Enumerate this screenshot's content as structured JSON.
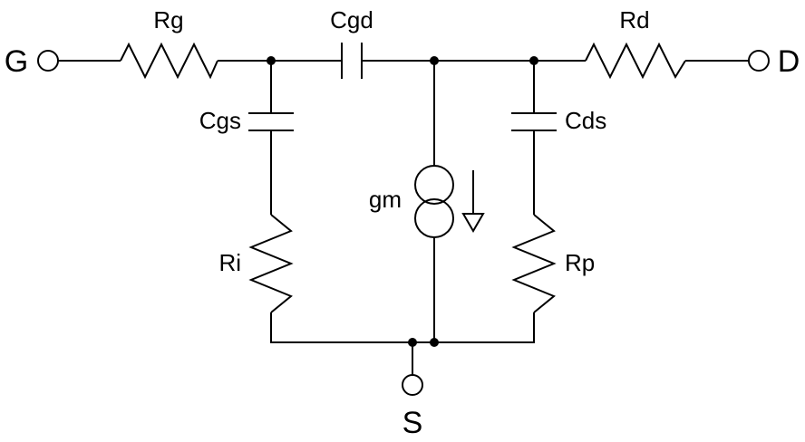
{
  "components": {
    "rg": "Rg",
    "cgd": "Cgd",
    "rd": "Rd",
    "cgs": "Cgs",
    "cds": "Cds",
    "gm": "gm",
    "ri": "Ri",
    "rp": "Rp"
  },
  "terminals": {
    "gate": "G",
    "drain": "D",
    "source": "S"
  }
}
